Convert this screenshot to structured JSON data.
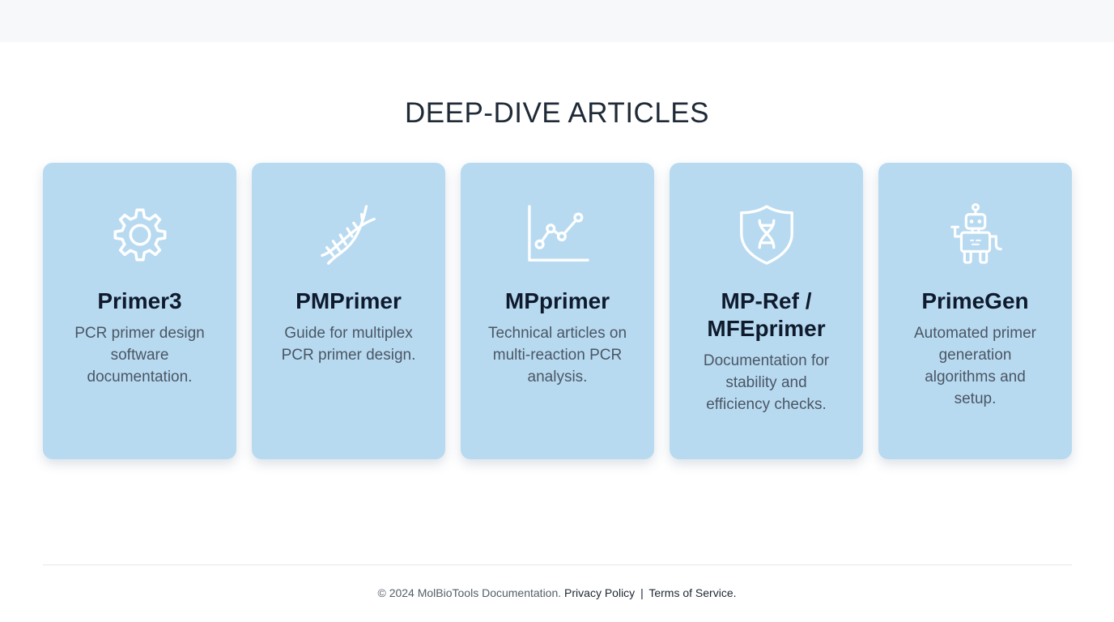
{
  "section": {
    "title": "DEEP-DIVE ARTICLES"
  },
  "cards": [
    {
      "icon": "gear-icon",
      "title": "Primer3",
      "description": "PCR primer design software documentation."
    },
    {
      "icon": "dna-icon",
      "title": "PMPrimer",
      "description": "Guide for multiplex PCR primer design."
    },
    {
      "icon": "line-chart-icon",
      "title": "MPprimer",
      "description": "Technical articles on multi-reaction PCR analysis."
    },
    {
      "icon": "shield-dna-icon",
      "title": "MP-Ref / MFEprimer",
      "description": "Documentation for stability and efficiency checks."
    },
    {
      "icon": "robot-icon",
      "title": "PrimeGen",
      "description": "Automated primer generation algorithms and setup."
    }
  ],
  "footer": {
    "copyright": "© 2024 MolBioTools Documentation.",
    "privacy_label": "Privacy Policy",
    "separator": "|",
    "terms_label": "Terms of Service."
  },
  "colors": {
    "card_background": "#b8daf1",
    "icon_stroke": "#ffffff",
    "title_text": "#0f1b2d",
    "description_text": "#4a5663"
  }
}
